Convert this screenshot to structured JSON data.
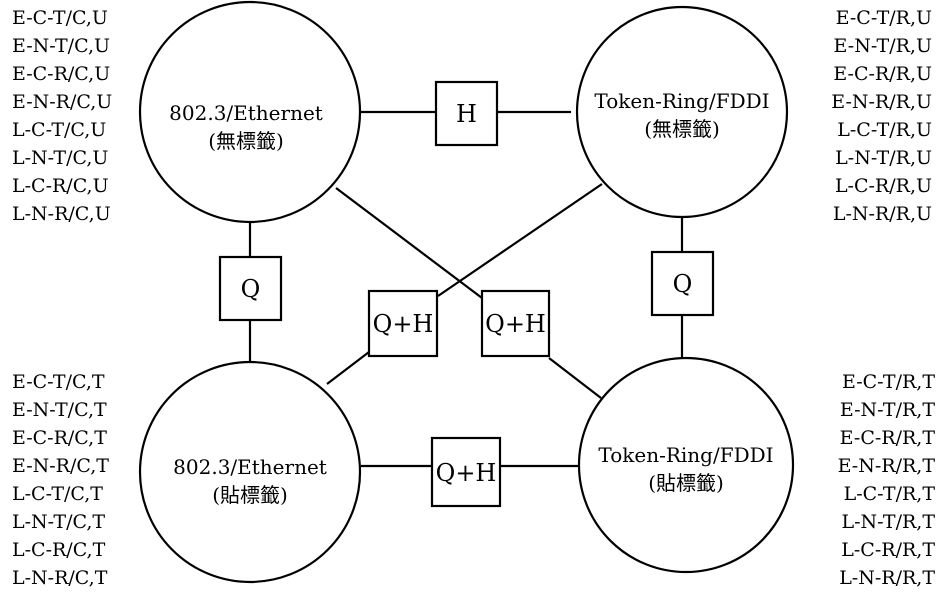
{
  "nodes": {
    "top_left": {
      "line1": "802.3/Ethernet",
      "line2": "(無標籤)"
    },
    "top_right": {
      "line1": "Token-Ring/FDDI",
      "line2": "(無標籤)"
    },
    "bottom_left": {
      "line1": "802.3/Ethernet",
      "line2": "(貼標籤)"
    },
    "bottom_right": {
      "line1": "Token-Ring/FDDI",
      "line2": "(貼標籤)"
    }
  },
  "boxes": {
    "top": "H",
    "left": "Q",
    "right": "Q",
    "center_left": "Q+H",
    "center_right": "Q+H",
    "bottom": "Q+H"
  },
  "lists": {
    "top_left": [
      "E-C-T/C,U",
      "E-N-T/C,U",
      "E-C-R/C,U",
      "E-N-R/C,U",
      "L-C-T/C,U",
      "L-N-T/C,U",
      "L-C-R/C,U",
      "L-N-R/C,U"
    ],
    "top_right": [
      "E-C-T/R,U",
      "E-N-T/R,U",
      "E-C-R/R,U",
      "E-N-R/R,U",
      "L-C-T/R,U",
      "L-N-T/R,U",
      "L-C-R/R,U",
      "L-N-R/R,U"
    ],
    "bottom_left": [
      "E-C-T/C,T",
      "E-N-T/C,T",
      "E-C-R/C,T",
      "E-N-R/C,T",
      "L-C-T/C,T",
      "L-N-T/C,T",
      "L-C-R/C,T",
      "L-N-R/C,T"
    ],
    "bottom_right": [
      "E-C-T/R,T",
      "E-N-T/R,T",
      "E-C-R/R,T",
      "E-N-R/R,T",
      "L-C-T/R,T",
      "L-N-T/R,T",
      "L-C-R/R,T",
      "L-N-R/R,T"
    ]
  }
}
